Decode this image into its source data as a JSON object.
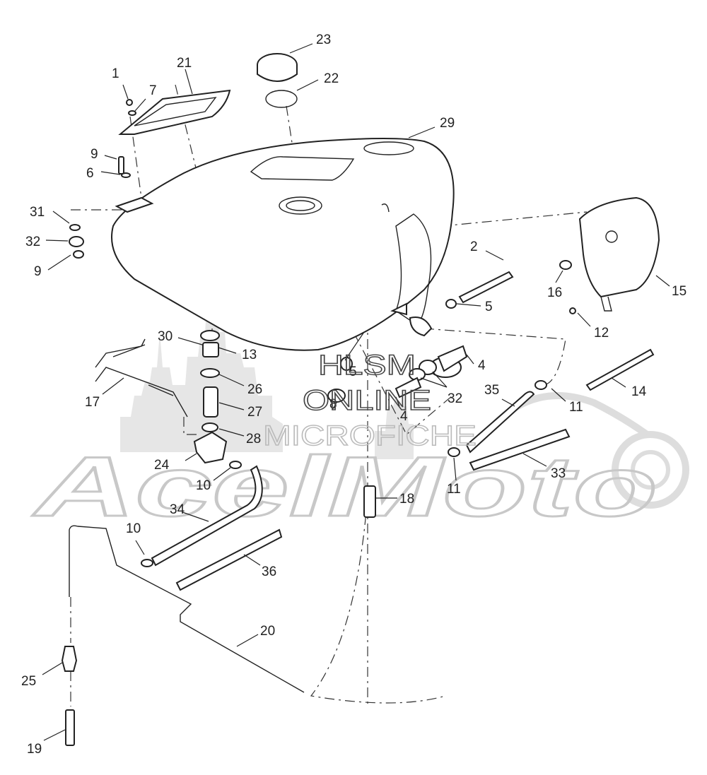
{
  "watermark": {
    "brand": "AcelMoto",
    "line1": "HLSM",
    "line2": "ONLINE",
    "line3": "MICROFICHE"
  },
  "parts": [
    {
      "id": "p1",
      "label": "1"
    },
    {
      "id": "p7",
      "label": "7"
    },
    {
      "id": "p21",
      "label": "21"
    },
    {
      "id": "p23",
      "label": "23"
    },
    {
      "id": "p22",
      "label": "22"
    },
    {
      "id": "p29",
      "label": "29"
    },
    {
      "id": "p9a",
      "label": "9"
    },
    {
      "id": "p6",
      "label": "6"
    },
    {
      "id": "p31",
      "label": "31"
    },
    {
      "id": "p32a",
      "label": "32"
    },
    {
      "id": "p9b",
      "label": "9"
    },
    {
      "id": "p2",
      "label": "2"
    },
    {
      "id": "p16",
      "label": "16"
    },
    {
      "id": "p15",
      "label": "15"
    },
    {
      "id": "p5a",
      "label": "5"
    },
    {
      "id": "p12",
      "label": "12"
    },
    {
      "id": "p30",
      "label": "30"
    },
    {
      "id": "p13",
      "label": "13"
    },
    {
      "id": "p5b",
      "label": "5"
    },
    {
      "id": "p4a",
      "label": "4"
    },
    {
      "id": "p17",
      "label": "17"
    },
    {
      "id": "p26",
      "label": "26"
    },
    {
      "id": "p8",
      "label": "8"
    },
    {
      "id": "p4b",
      "label": "4"
    },
    {
      "id": "p32b",
      "label": "32"
    },
    {
      "id": "p35",
      "label": "35"
    },
    {
      "id": "p11a",
      "label": "11"
    },
    {
      "id": "p14",
      "label": "14"
    },
    {
      "id": "p27",
      "label": "27"
    },
    {
      "id": "p28",
      "label": "28"
    },
    {
      "id": "p24",
      "label": "24"
    },
    {
      "id": "p10a",
      "label": "10"
    },
    {
      "id": "p33",
      "label": "33"
    },
    {
      "id": "p11b",
      "label": "11"
    },
    {
      "id": "p18",
      "label": "18"
    },
    {
      "id": "p34",
      "label": "34"
    },
    {
      "id": "p10b",
      "label": "10"
    },
    {
      "id": "p36",
      "label": "36"
    },
    {
      "id": "p20",
      "label": "20"
    },
    {
      "id": "p25",
      "label": "25"
    },
    {
      "id": "p19",
      "label": "19"
    }
  ]
}
